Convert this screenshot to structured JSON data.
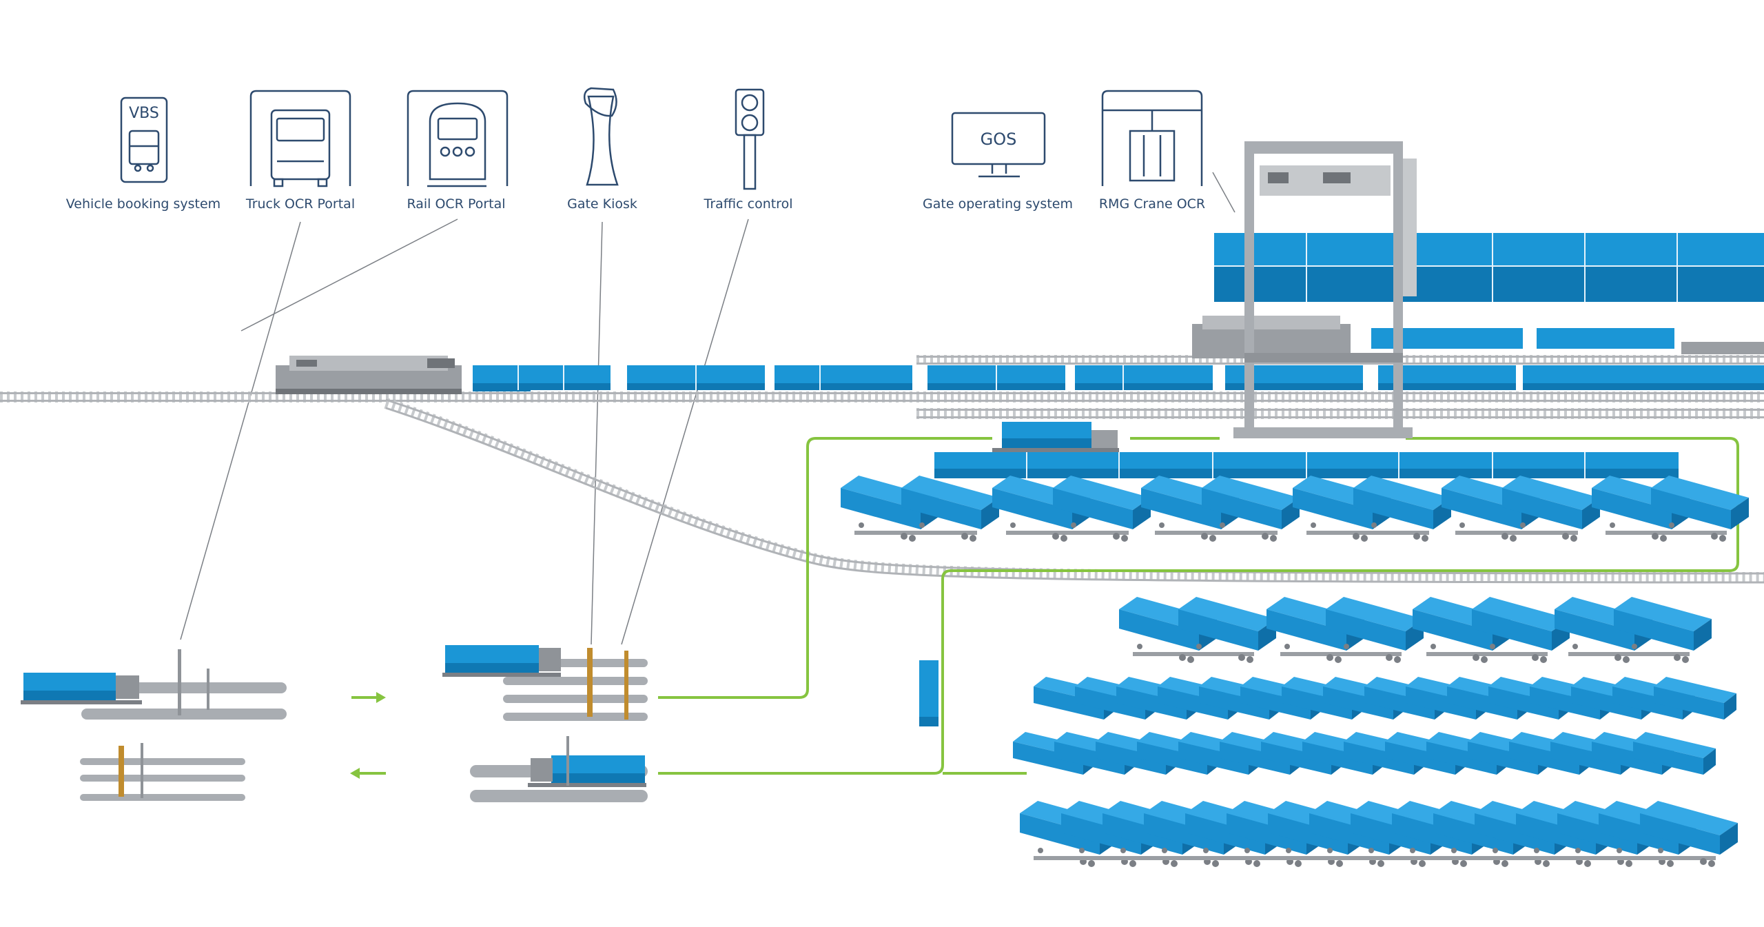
{
  "systems": {
    "vbs": {
      "label": "Vehicle booking system",
      "icon_text": "VBS",
      "icon": "phone-truck-icon"
    },
    "truck_ocr": {
      "label": "Truck OCR Portal",
      "icon": "truck-portal-icon"
    },
    "rail_ocr": {
      "label": "Rail OCR Portal",
      "icon": "train-portal-icon"
    },
    "kiosk": {
      "label": "Gate Kiosk",
      "icon": "kiosk-icon"
    },
    "traffic": {
      "label": "Traffic control",
      "icon": "traffic-light-icon"
    },
    "gos": {
      "label": "Gate operating system",
      "icon_text": "GOS",
      "icon": "monitor-icon"
    },
    "rmg": {
      "label": "RMG Crane OCR",
      "icon": "crane-portal-icon"
    }
  },
  "colors": {
    "icon_stroke": "#2d4a6e",
    "container": "#1b96d6",
    "container_dark": "#0f78b3",
    "rail": "#b9bcc0",
    "ground": "#9a9ea3",
    "flow": "#86c440",
    "leader": "#7b7f85"
  }
}
